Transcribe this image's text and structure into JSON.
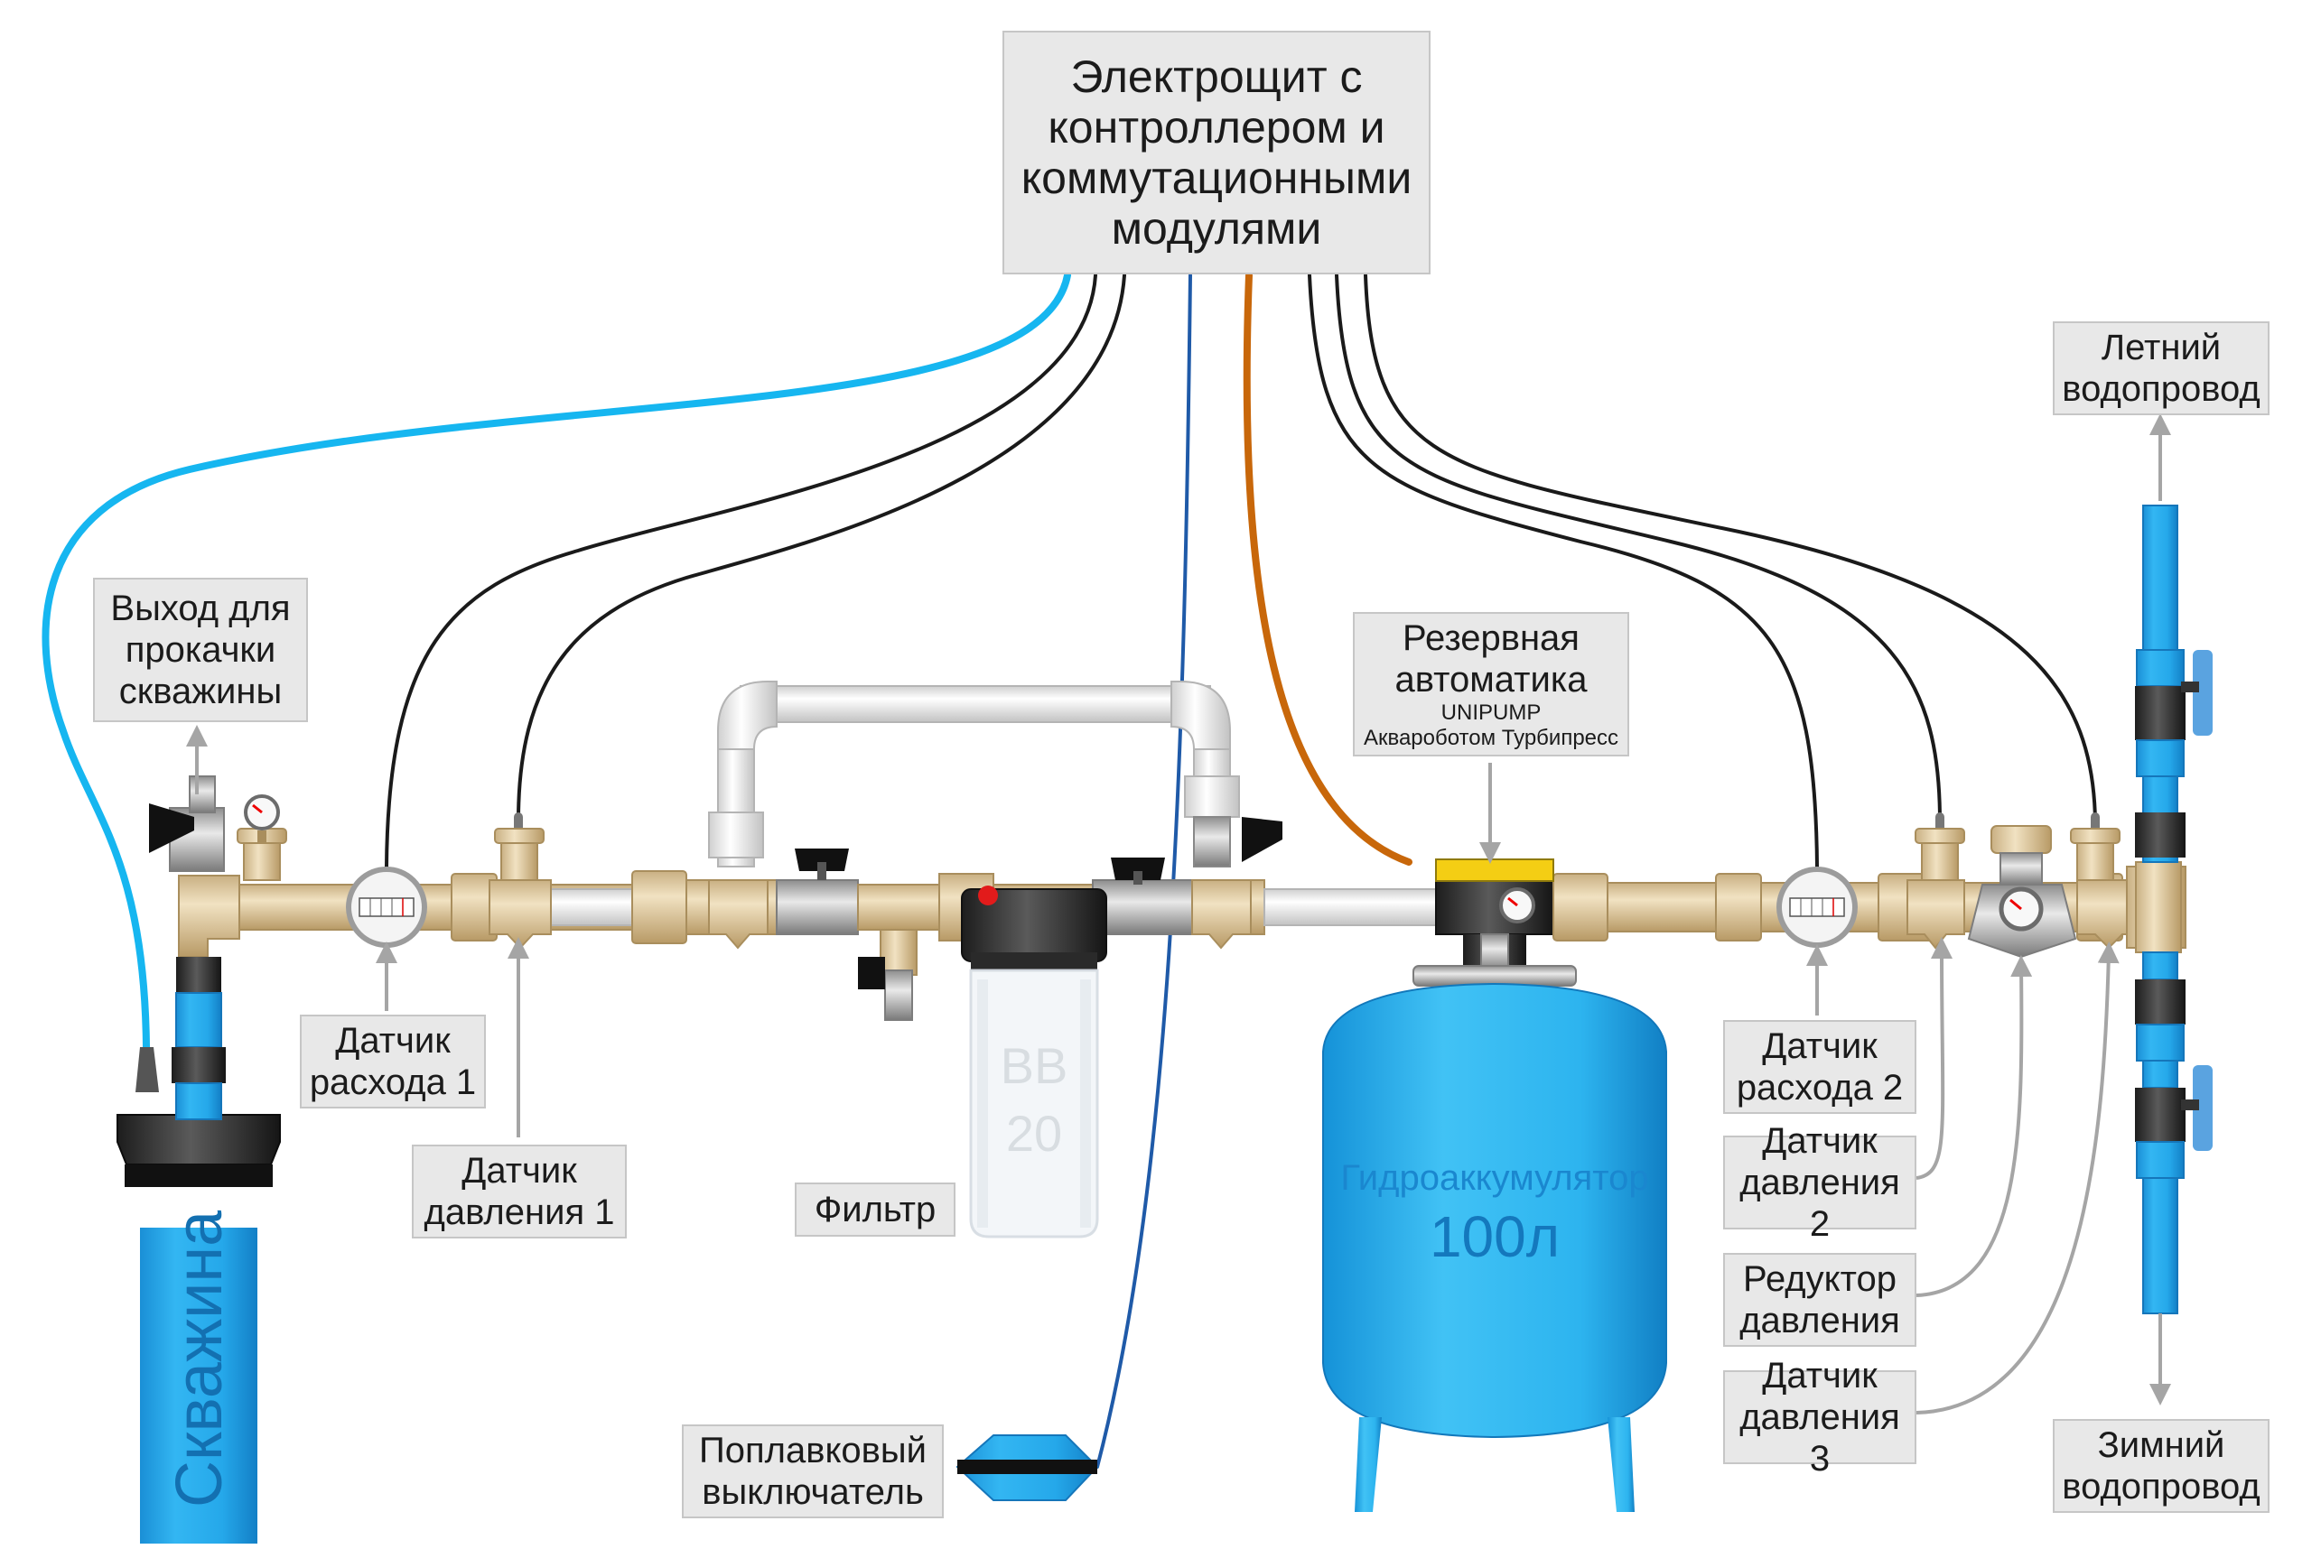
{
  "labels": {
    "controller": "Электрощит с\nконтроллером и\nкоммутационными\nмодулями",
    "well_flush": "Выход для\nпрокачки\nскважины",
    "backup_title": "Резервная\nавтоматика",
    "backup_brand": "UNIPUMP",
    "backup_model": "Аквароботом Турбипресс",
    "summer_pipe": "Летний\nводопровод",
    "winter_pipe": "Зимний\nводопровод",
    "flow1": "Датчик\nрасхода 1",
    "pressure1": "Датчик\nдавления 1",
    "filter": "Фильтр",
    "float_switch": "Поплавковый\nвыключатель",
    "flow2": "Датчик\nрасхода 2",
    "pressure2": "Датчик\nдавления 2",
    "reducer": "Редуктор\nдавления",
    "pressure3": "Датчик\nдавления 3"
  },
  "devices": {
    "well": "Скважина",
    "filter_size_1": "BB",
    "filter_size_2": "20",
    "tank_name": "Гидроаккумулятор",
    "tank_volume": "100л"
  },
  "colors": {
    "well_blue": "#1ba3e3",
    "cable_black": "#1a1a1a",
    "cable_cyan": "#16b6f0",
    "cable_orange": "#c8670a",
    "cable_navy": "#1f5aa8",
    "brass": "#e3cfaa",
    "label_bg": "#e8e8e8",
    "arrow_gray": "#a5a5a5"
  }
}
